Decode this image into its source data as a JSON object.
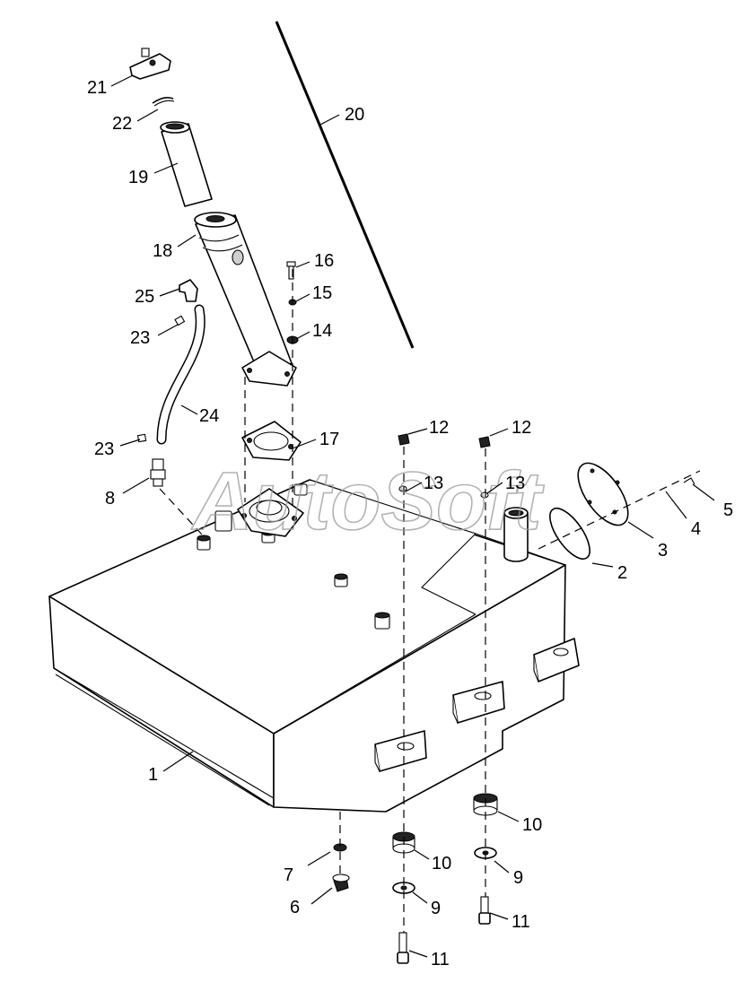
{
  "watermark": "AutoSoft",
  "callouts": [
    {
      "id": "c1",
      "label": "1"
    },
    {
      "id": "c2",
      "label": "2"
    },
    {
      "id": "c3",
      "label": "3"
    },
    {
      "id": "c4",
      "label": "4"
    },
    {
      "id": "c5",
      "label": "5"
    },
    {
      "id": "c6",
      "label": "6"
    },
    {
      "id": "c7",
      "label": "7"
    },
    {
      "id": "c8",
      "label": "8"
    },
    {
      "id": "c9a",
      "label": "9"
    },
    {
      "id": "c9b",
      "label": "9"
    },
    {
      "id": "c10a",
      "label": "10"
    },
    {
      "id": "c10b",
      "label": "10"
    },
    {
      "id": "c11a",
      "label": "11"
    },
    {
      "id": "c11b",
      "label": "11"
    },
    {
      "id": "c12a",
      "label": "12"
    },
    {
      "id": "c12b",
      "label": "12"
    },
    {
      "id": "c13a",
      "label": "13"
    },
    {
      "id": "c13b",
      "label": "13"
    },
    {
      "id": "c14",
      "label": "14"
    },
    {
      "id": "c15",
      "label": "15"
    },
    {
      "id": "c16",
      "label": "16"
    },
    {
      "id": "c17",
      "label": "17"
    },
    {
      "id": "c18",
      "label": "18"
    },
    {
      "id": "c19",
      "label": "19"
    },
    {
      "id": "c20",
      "label": "20"
    },
    {
      "id": "c21",
      "label": "21"
    },
    {
      "id": "c22",
      "label": "22"
    },
    {
      "id": "c23a",
      "label": "23"
    },
    {
      "id": "c23b",
      "label": "23"
    },
    {
      "id": "c24",
      "label": "24"
    },
    {
      "id": "c25",
      "label": "25"
    }
  ]
}
